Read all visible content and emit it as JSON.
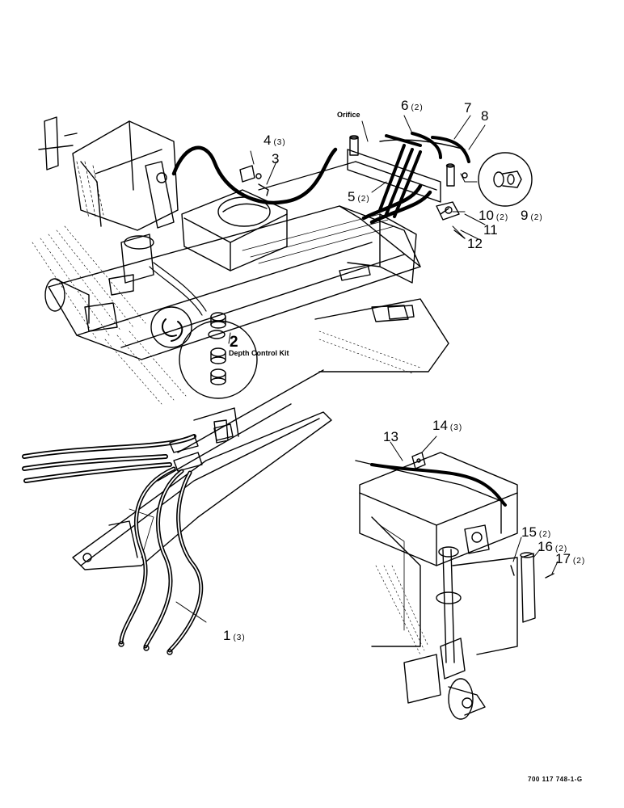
{
  "callouts": {
    "c1": {
      "num": "1",
      "qty": "(3)"
    },
    "c2": {
      "num": "2"
    },
    "c3": {
      "num": "3"
    },
    "c4": {
      "num": "4",
      "qty": "(3)"
    },
    "c5": {
      "num": "5",
      "qty": "(2)"
    },
    "c6": {
      "num": "6",
      "qty": "(2)"
    },
    "c7": {
      "num": "7"
    },
    "c8": {
      "num": "8"
    },
    "c9": {
      "num": "9",
      "qty": "(2)"
    },
    "c10": {
      "num": "10",
      "qty": "(2)"
    },
    "c11": {
      "num": "11"
    },
    "c12": {
      "num": "12"
    },
    "c13": {
      "num": "13"
    },
    "c14": {
      "num": "14",
      "qty": "(3)"
    },
    "c15": {
      "num": "15",
      "qty": "(2)"
    },
    "c16": {
      "num": "16",
      "qty": "(2)"
    },
    "c17": {
      "num": "17",
      "qty": "(2)"
    }
  },
  "labels": {
    "orifice": "Orifice",
    "depth_control_kit": "Depth Control Kit",
    "part_number": "700 117 748-1-G"
  },
  "colors": {
    "ink": "#000000",
    "paper": "#ffffff"
  }
}
